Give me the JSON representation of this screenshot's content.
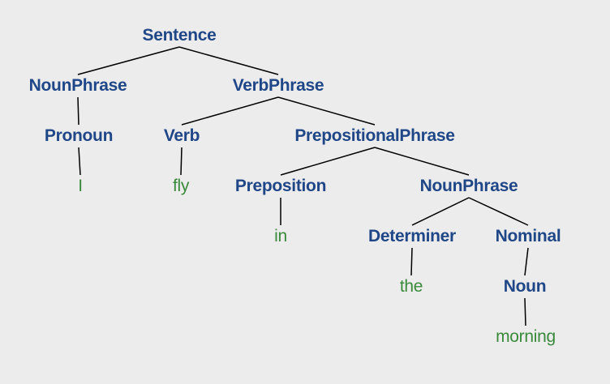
{
  "colors": {
    "background": "#ececec",
    "category": "#1f4687",
    "word": "#3a8a3c",
    "edge": "#000000"
  },
  "tree": {
    "label": "Sentence",
    "children": [
      {
        "label": "NounPhrase",
        "children": [
          {
            "label": "Pronoun",
            "children": [
              {
                "label": "I",
                "leaf": true
              }
            ]
          }
        ]
      },
      {
        "label": "VerbPhrase",
        "children": [
          {
            "label": "Verb",
            "children": [
              {
                "label": "fly",
                "leaf": true
              }
            ]
          },
          {
            "label": "PrepositionalPhrase",
            "children": [
              {
                "label": "Preposition",
                "children": [
                  {
                    "label": "in",
                    "leaf": true
                  }
                ]
              },
              {
                "label": "NounPhrase",
                "children": [
                  {
                    "label": "Determiner",
                    "children": [
                      {
                        "label": "the",
                        "leaf": true
                      }
                    ]
                  },
                  {
                    "label": "Nominal",
                    "children": [
                      {
                        "label": "Noun",
                        "children": [
                          {
                            "label": "morning",
                            "leaf": true
                          }
                        ]
                      }
                    ]
                  }
                ]
              }
            ]
          }
        ]
      }
    ]
  }
}
